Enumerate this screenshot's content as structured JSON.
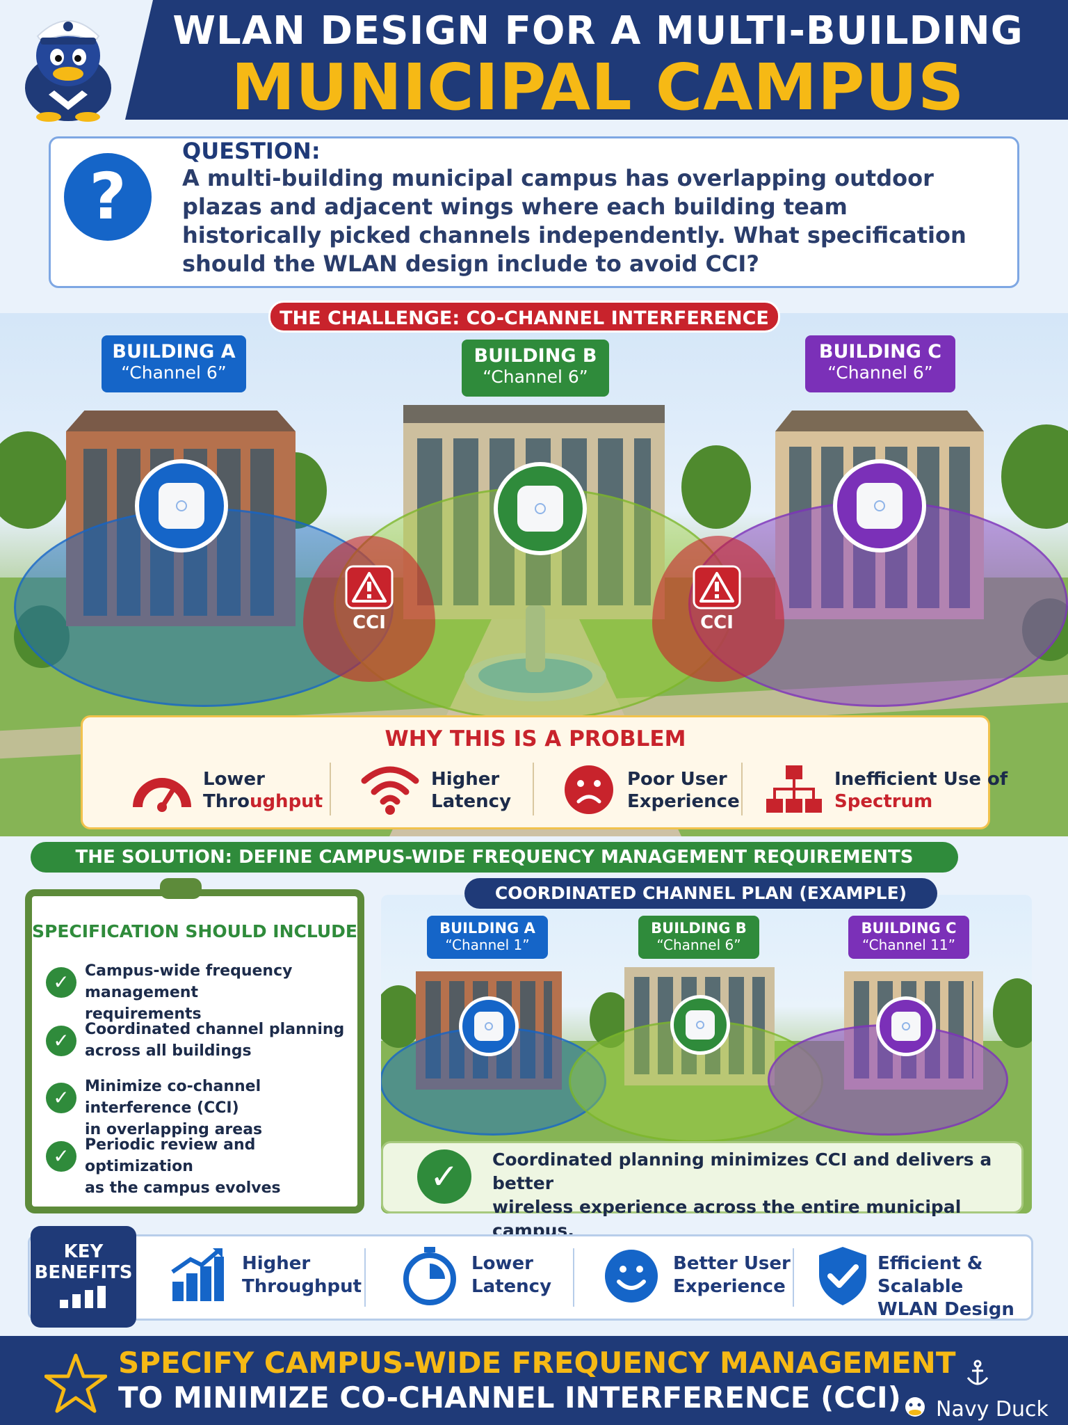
{
  "header": {
    "title_line1": "WLAN DESIGN FOR A MULTI-BUILDING",
    "title_line2": "MUNICIPAL CAMPUS"
  },
  "question": {
    "label": "QUESTION:",
    "text": "A multi-building municipal campus has overlapping outdoor plazas and adjacent wings where each building team historically picked channels independently. What specification should the WLAN design include to avoid CCI?"
  },
  "challenge": {
    "title": "THE CHALLENGE: CO-CHANNEL INTERFERENCE (CCI)",
    "buildings": [
      {
        "name": "BUILDING A",
        "channel": "“Channel 6”",
        "color": "#1565c8"
      },
      {
        "name": "BUILDING B",
        "channel": "“Channel 6”",
        "color": "#2f8b3b"
      },
      {
        "name": "BUILDING C",
        "channel": "“Channel 6”",
        "color": "#7b30b8"
      }
    ],
    "cci_label": "CCI"
  },
  "problem": {
    "title": "WHY THIS IS A PROBLEM",
    "items": [
      {
        "line1": "Lower",
        "line2_a": "Thro",
        "line2_b": "ughput",
        "icon": "speedometer-icon"
      },
      {
        "line1": "Higher",
        "line2_a": "Latency",
        "line2_b": "",
        "icon": "wifi-icon"
      },
      {
        "line1": "Poor User",
        "line2_a": "Experience",
        "line2_b": "",
        "icon": "sad-face-icon"
      },
      {
        "line1": "Inefficient Use of",
        "line2_a": "",
        "line2_b": "Spectrum",
        "icon": "network-icon"
      }
    ]
  },
  "solution": {
    "title": "THE SOLUTION: DEFINE CAMPUS-WIDE FREQUENCY MANAGEMENT REQUIREMENTS",
    "spec_title": "SPECIFICATION SHOULD INCLUDE",
    "spec_items": [
      {
        "line1": "Campus-wide frequency management",
        "line2": "requirements"
      },
      {
        "line1": "Coordinated channel planning",
        "line2": "across all buildings"
      },
      {
        "line1": "Minimize co-channel interference (CCI)",
        "line2": "in overlapping areas"
      },
      {
        "line1": "Periodic review and optimization",
        "line2": "as the campus evolves"
      }
    ],
    "plan_title": "COORDINATED CHANNEL PLAN (EXAMPLE)",
    "plan_buildings": [
      {
        "name": "BUILDING A",
        "channel": "“Channel 1”",
        "color": "#1565c8"
      },
      {
        "name": "BUILDING B",
        "channel": "“Channel 6”",
        "color": "#2f8b3b"
      },
      {
        "name": "BUILDING C",
        "channel": "“Channel 11”",
        "color": "#7b30b8"
      }
    ],
    "plan_note_line1": "Coordinated planning minimizes CCI and delivers a better",
    "plan_note_line2": "wireless experience across the entire municipal campus."
  },
  "benefits": {
    "label_line1": "KEY",
    "label_line2": "BENEFITS",
    "items": [
      {
        "line1": "Higher",
        "line2": "Throughput",
        "icon": "bar-chart-icon"
      },
      {
        "line1": "Lower",
        "line2": "Latency",
        "icon": "stopwatch-icon"
      },
      {
        "line1": "Better User",
        "line2": "Experience",
        "icon": "smile-icon"
      },
      {
        "line1": "Efficient & Scalable",
        "line2": "WLAN Design",
        "icon": "shield-check-icon"
      }
    ]
  },
  "footer": {
    "line1": "SPECIFY CAMPUS-WIDE FREQUENCY MANAGEMENT",
    "line2": "TO MINIMIZE CO-CHANNEL INTERFERENCE (CCI)",
    "brand": "Navy Duck"
  },
  "colors": {
    "navy": "#1f3a78",
    "gold": "#f6b915",
    "red": "#c8232c",
    "green": "#2f8b3b",
    "blue": "#1565c8",
    "purple": "#7b30b8"
  }
}
